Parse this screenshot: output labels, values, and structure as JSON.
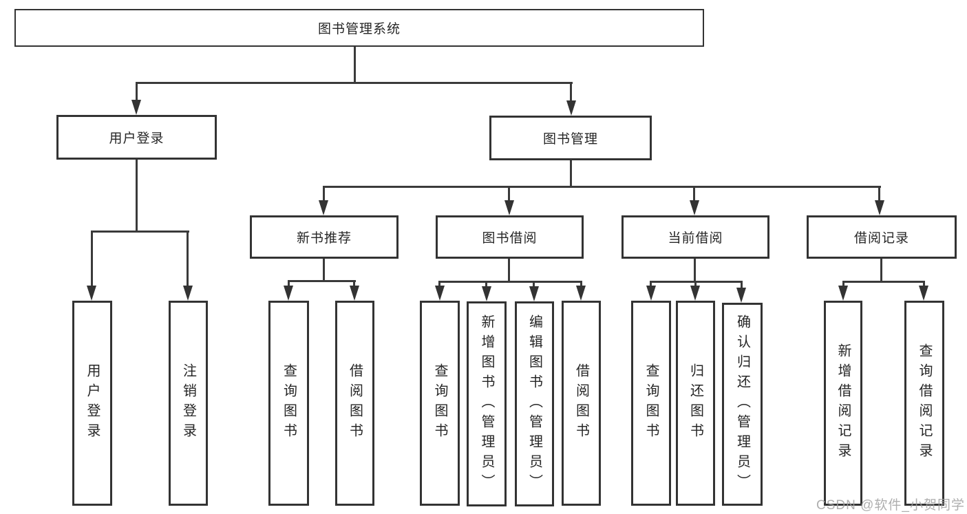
{
  "diagram": {
    "tree": {
      "label": "图书管理系统",
      "children": [
        {
          "label": "用户登录",
          "children": [
            {
              "label": "用户登录"
            },
            {
              "label": "注销登录"
            }
          ]
        },
        {
          "label": "图书管理",
          "children": [
            {
              "label": "新书推荐",
              "children": [
                {
                  "label": "查询图书"
                },
                {
                  "label": "借阅图书"
                }
              ]
            },
            {
              "label": "图书借阅",
              "children": [
                {
                  "label": "查询图书"
                },
                {
                  "label": "新增图书（管理员）"
                },
                {
                  "label": "编辑图书（管理员）"
                },
                {
                  "label": "借阅图书"
                }
              ]
            },
            {
              "label": "当前借阅",
              "children": [
                {
                  "label": "查询图书"
                },
                {
                  "label": "归还图书"
                },
                {
                  "label": "确认归还（管理员）"
                }
              ]
            },
            {
              "label": "借阅记录",
              "children": [
                {
                  "label": "新增借阅记录"
                },
                {
                  "label": "查询借阅记录"
                }
              ]
            }
          ]
        }
      ]
    },
    "watermark": {
      "text": "CSDN @软件_小贺同学",
      "color": "#a0a0a0"
    },
    "colors": {
      "line": "#3a3a3a",
      "border": "#333333",
      "text": "#262626",
      "background": "#ffffff"
    }
  }
}
